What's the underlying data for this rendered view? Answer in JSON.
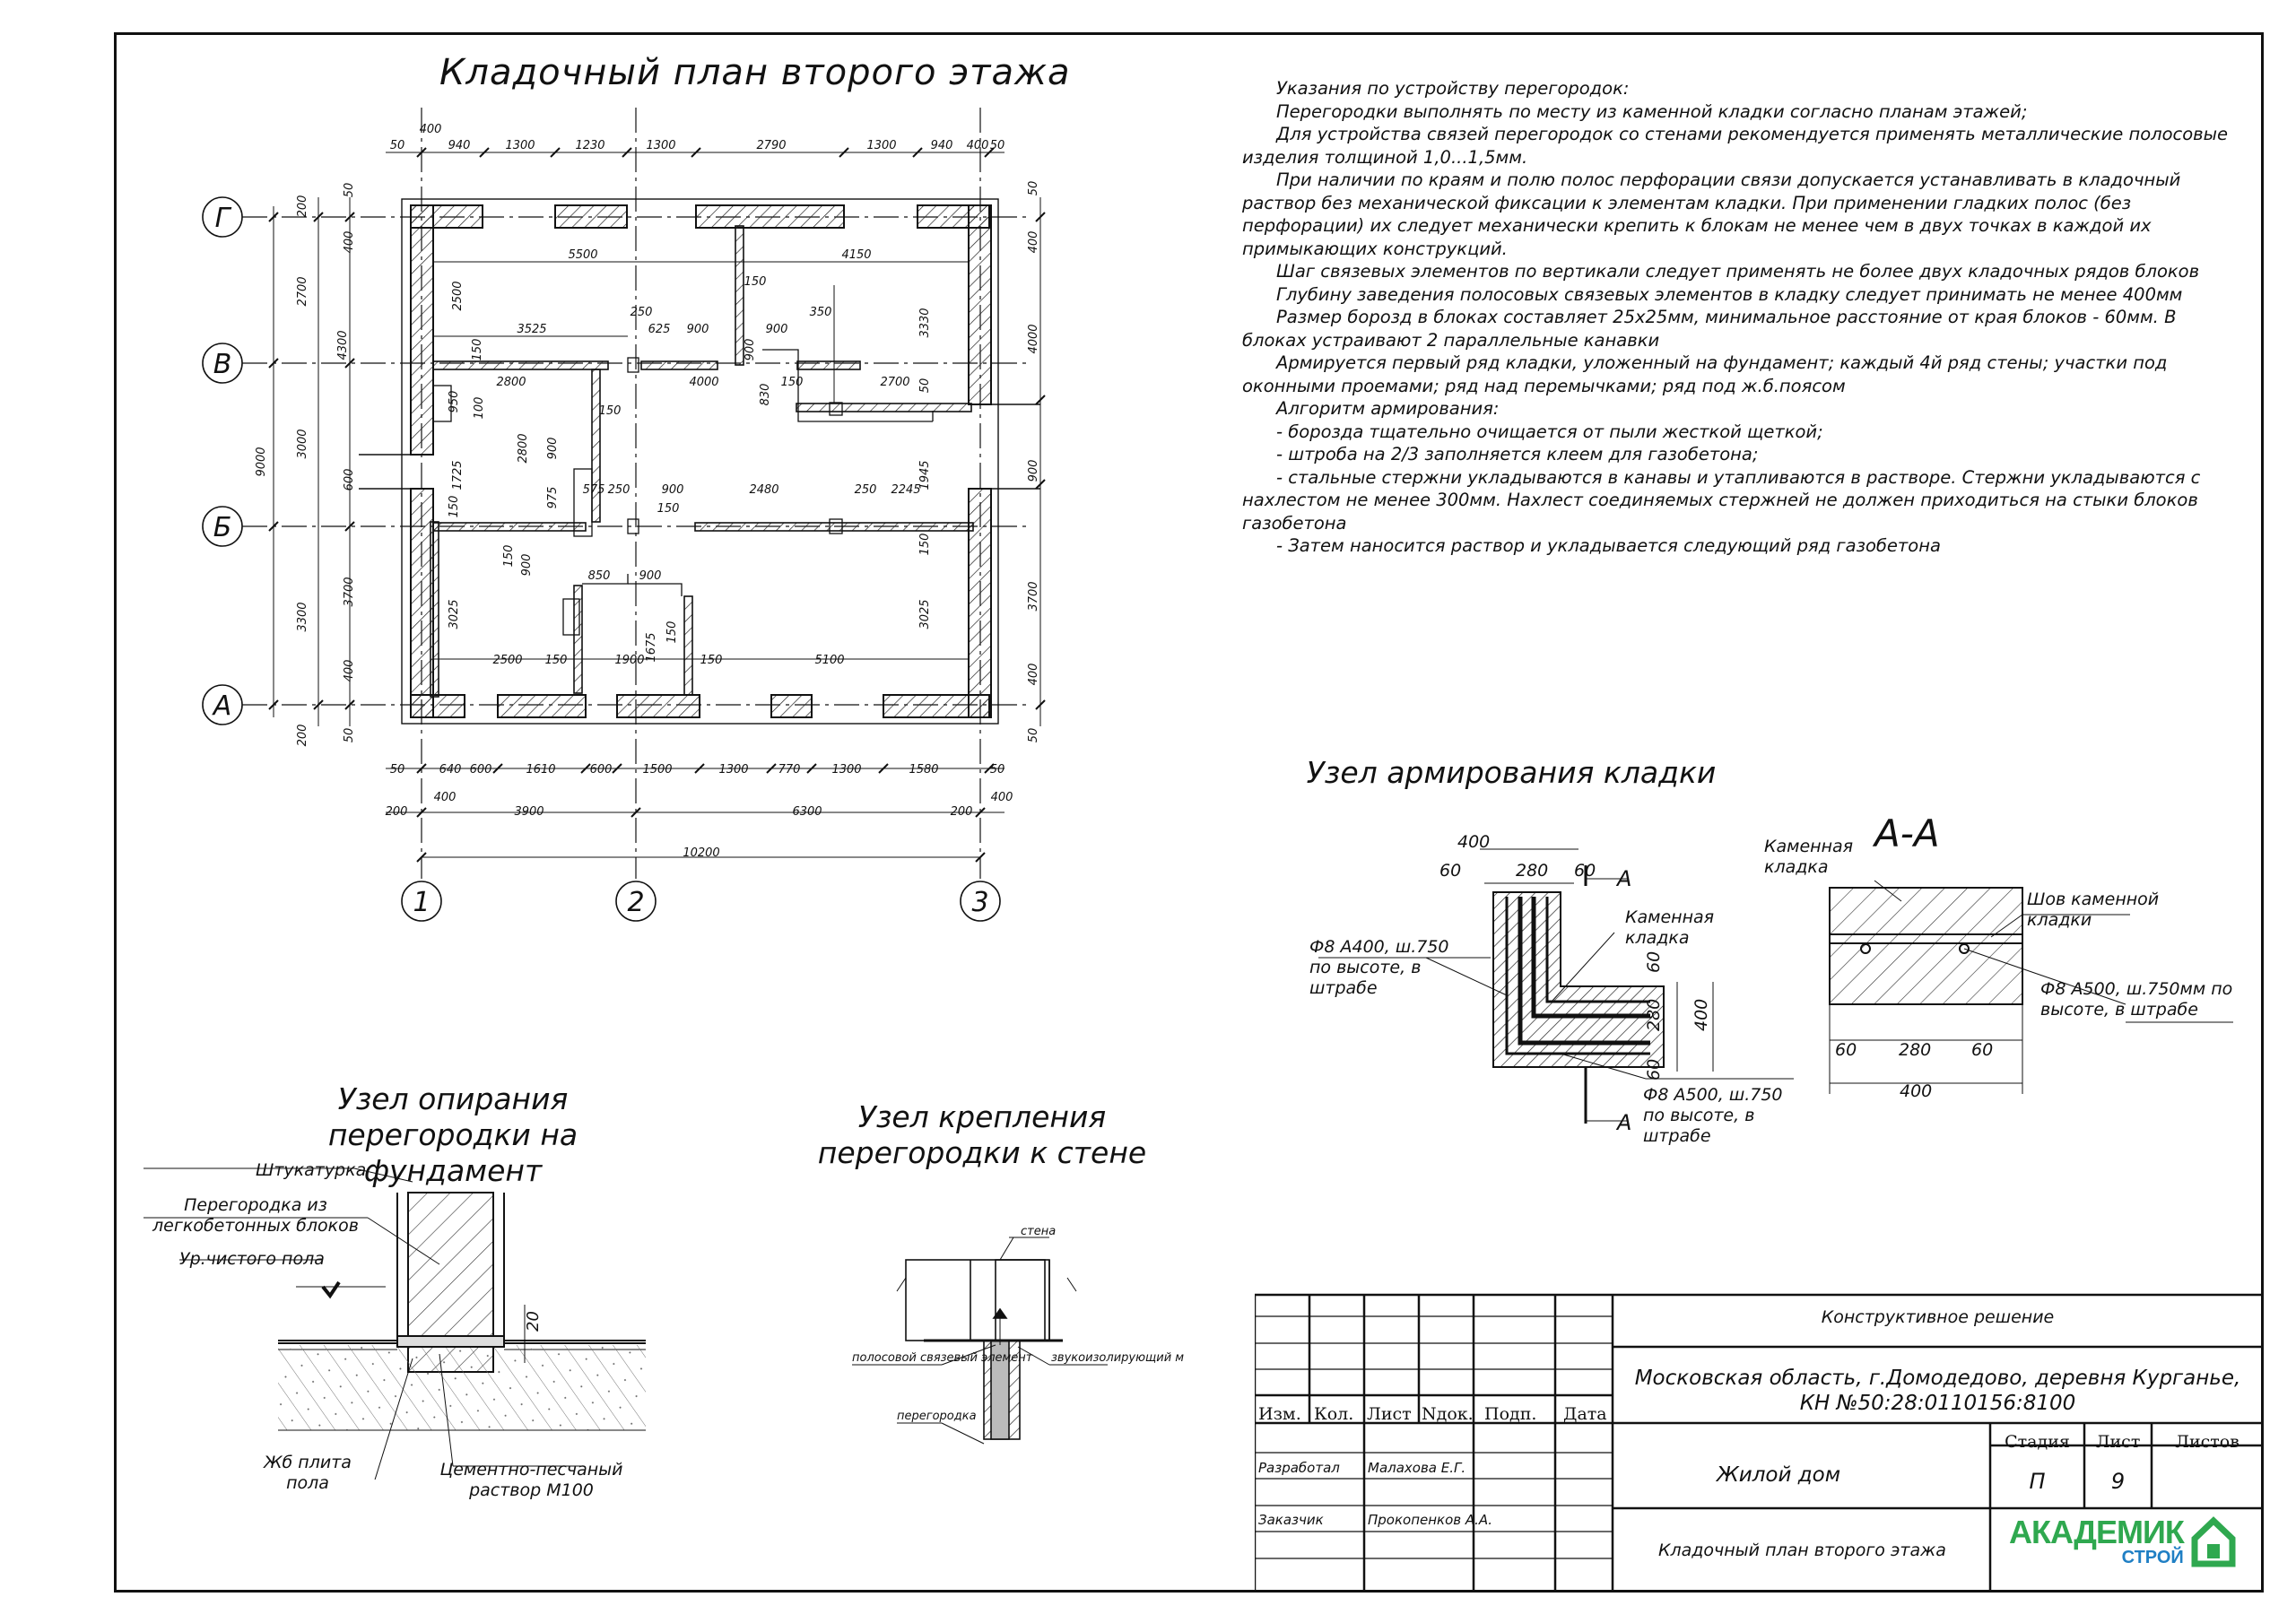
{
  "plan_title": "Кладочный план второго этажа",
  "notes": [
    "Указания по устройству перегородок:",
    "Перегородки выполнять по месту из каменной кладки согласно планам этажей;",
    "Для устройства связей перегородок со стенами рекомендуется применять металлические полосовые изделия толщиной 1,0...1,5мм.",
    "При наличии по краям и полю полос перфорации связи допускается устанавливать в кладочный раствор без механической фиксации к элементам кладки. При применении гладких полос (без перфорации) их следует механически крепить к блокам не менее чем в двух точках в каждой их примыкающих конструкций.",
    "Шаг связевых элементов по вертикали следует применять не более двух кладочных рядов блоков",
    "Глубину заведения полосовых связевых элементов в кладку следует принимать не менее 400мм",
    "Размер борозд в блоках составляет 25х25мм, минимальное расстояние от края блоков - 60мм. В блоках устраивают 2 параллельные канавки",
    "Армируется первый ряд кладки, уложенный на фундамент; каждый 4й ряд стены; участки под оконными проемами; ряд над перемычками; ряд под ж.б.поясом",
    "Алгоритм армирования:",
    "- борозда тщательно очищается от пыли жесткой щеткой;",
    "- штроба на 2/3  заполняется клеем для газобетона;",
    "- стальные стержни укладываются в канавы и утапливаются в растворе. Стержни укладываются с нахлестом не менее 300мм. Нахлест соединяемых стержней не должен приходиться на стыки блоков газобетона",
    "- Затем наносится раствор и укладывается следующий ряд газобетона"
  ],
  "axes": {
    "rows": [
      "Г",
      "В",
      "Б",
      "А"
    ],
    "cols": [
      "1",
      "2",
      "3"
    ]
  },
  "plan_dims": {
    "top_chain": [
      "400",
      "50",
      "940",
      "1300",
      "1230",
      "1300",
      "2790",
      "1300",
      "940",
      "400",
      "50"
    ],
    "bottom_chain": [
      "50",
      "640",
      "600",
      "1610",
      "600",
      "1500",
      "1300",
      "770",
      "1300",
      "1580",
      "50"
    ],
    "bottom_axes": [
      "200",
      "400",
      "3900",
      "6300",
      "200",
      "400"
    ],
    "total": "10200",
    "left_outer": [
      "200",
      "2700",
      "4300",
      "9000",
      "3000",
      "3300",
      "200"
    ],
    "left_inner": [
      "50",
      "400",
      "2500",
      "600",
      "1725",
      "3700",
      "400",
      "50"
    ],
    "right_chain": [
      "50",
      "400",
      "3330",
      "4000",
      "900",
      "1945",
      "3700",
      "400",
      "50"
    ],
    "interior": [
      "5500",
      "4150",
      "150",
      "3525",
      "250",
      "625",
      "900",
      "900",
      "350",
      "2800",
      "4000",
      "2700",
      "150",
      "50",
      "830",
      "150",
      "2800",
      "900",
      "975",
      "575",
      "250",
      "900",
      "2480",
      "250",
      "2245",
      "150",
      "150",
      "900",
      "850",
      "900",
      "1675",
      "150",
      "3025",
      "3025",
      "2500",
      "150",
      "1900",
      "150",
      "5100",
      "150",
      "150",
      "950",
      "100",
      "150",
      "900"
    ]
  },
  "node_reinf": {
    "title": "Узел армирования кладки",
    "dims": [
      "400",
      "60",
      "280",
      "60",
      "60",
      "280",
      "60",
      "400"
    ],
    "labels": {
      "rod_left": "Ф8 А400, ш.750 по высоте, в штрабе",
      "masonry": "Каменная кладка",
      "rod_bottom": "Ф8 А500, ш.750 по высоте, в штрабе",
      "section_mark": "А"
    }
  },
  "section_aa": {
    "title": "А-А",
    "labels": {
      "masonry": "Каменная кладка",
      "joint": "Шов каменной кладки",
      "rod": "Ф8 А500, ш.750мм по высоте, в штрабе"
    },
    "dims": [
      "60",
      "280",
      "60",
      "400"
    ]
  },
  "node_support": {
    "title": "Узел опирания перегородки на фундамент",
    "labels": {
      "plaster": "Штукатурка",
      "partition": "Перегородка из легкобетонных блоков",
      "floor_level": "Ур.чистого пола",
      "slab": "Жб плита пола",
      "mortar": "Цементно-песчаный раствор М100",
      "dim20": "20"
    }
  },
  "node_fix": {
    "title": "Узел крепления перегородки к стене",
    "labels": {
      "wall": "стена",
      "strip": "полосовой связевый элемент",
      "insulation": "звукоизолирующий материал",
      "partition": "перегородка"
    }
  },
  "stamp": {
    "headers": [
      "Изм.",
      "Кол.",
      "Лист",
      "Nдок.",
      "Подп.",
      "Дата"
    ],
    "design": "Конструктивное решение",
    "address_line1": "Московская область, г.Домодедово, деревня Курганье,",
    "address_line2": "КН №50:28:0110156:8100",
    "building": "Жилой дом",
    "stage_head": "Стадия",
    "sheet_head": "Лист",
    "sheets_head": "Листов",
    "stage": "П",
    "sheet": "9",
    "sheets": "",
    "developed_role": "Разработал",
    "developed_name": "Малахова Е.Г.",
    "client_role": "Заказчик",
    "client_name": "Прокопенков А.А.",
    "sheet_title": "Кладочный план второго этажа",
    "logo_main": "АКАДЕМИК",
    "logo_sub": "СТРОЙ",
    "colors": {
      "logo": "#2fa84f"
    }
  }
}
